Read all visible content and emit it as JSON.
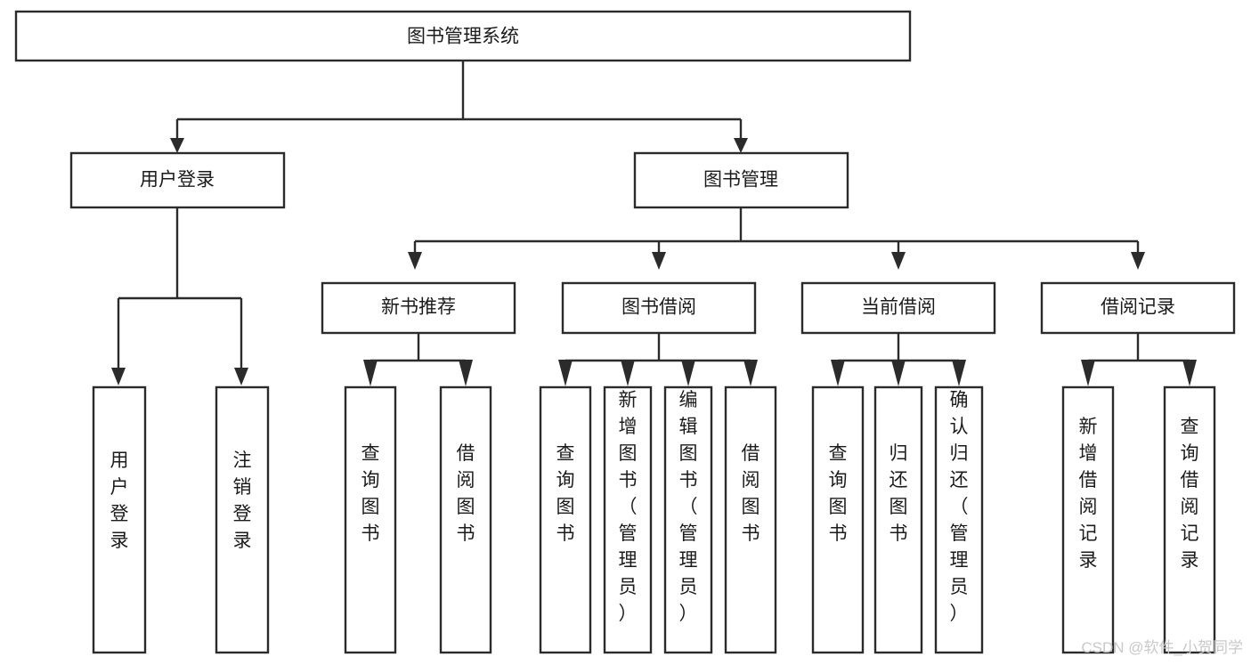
{
  "diagram": {
    "title": "图书管理系统",
    "type": "hierarchy-tree",
    "orientation": "top-down",
    "root": {
      "id": "root",
      "label": "图书管理系统",
      "text_orientation": "horizontal"
    },
    "level2": [
      {
        "id": "user-login",
        "label": "用户登录",
        "text_orientation": "horizontal"
      },
      {
        "id": "book-manage",
        "label": "图书管理",
        "text_orientation": "horizontal"
      }
    ],
    "level3": [
      {
        "id": "new-book-rec",
        "label": "新书推荐",
        "parent": "book-manage",
        "text_orientation": "horizontal"
      },
      {
        "id": "book-borrow",
        "label": "图书借阅",
        "parent": "book-manage",
        "text_orientation": "horizontal"
      },
      {
        "id": "current-borrow",
        "label": "当前借阅",
        "parent": "book-manage",
        "text_orientation": "horizontal"
      },
      {
        "id": "borrow-record",
        "label": "借阅记录",
        "parent": "book-manage",
        "text_orientation": "horizontal"
      }
    ],
    "leaves": [
      {
        "id": "leaf-user-login",
        "parent": "user-login",
        "label": "用户登录",
        "chars": [
          "用",
          "户",
          "登",
          "录"
        ],
        "text_orientation": "vertical"
      },
      {
        "id": "leaf-logout",
        "parent": "user-login",
        "label": "注销登录",
        "chars": [
          "注",
          "销",
          "登",
          "录"
        ],
        "text_orientation": "vertical"
      },
      {
        "id": "leaf-query-book-1",
        "parent": "new-book-rec",
        "label": "查询图书",
        "chars": [
          "查",
          "询",
          "图",
          "书"
        ],
        "text_orientation": "vertical"
      },
      {
        "id": "leaf-borrow-book-1",
        "parent": "new-book-rec",
        "label": "借阅图书",
        "chars": [
          "借",
          "阅",
          "图",
          "书"
        ],
        "text_orientation": "vertical"
      },
      {
        "id": "leaf-query-book-2",
        "parent": "book-borrow",
        "label": "查询图书",
        "chars": [
          "查",
          "询",
          "图",
          "书"
        ],
        "text_orientation": "vertical"
      },
      {
        "id": "leaf-add-book",
        "parent": "book-borrow",
        "label": "新增图书（管理员）",
        "chars": [
          "新",
          "增",
          "图",
          "书",
          "（",
          "管",
          "理",
          "员",
          "）"
        ],
        "text_orientation": "vertical"
      },
      {
        "id": "leaf-edit-book",
        "parent": "book-borrow",
        "label": "编辑图书（管理员）",
        "chars": [
          "编",
          "辑",
          "图",
          "书",
          "（",
          "管",
          "理",
          "员",
          "）"
        ],
        "text_orientation": "vertical"
      },
      {
        "id": "leaf-borrow-book-2",
        "parent": "book-borrow",
        "label": "借阅图书",
        "chars": [
          "借",
          "阅",
          "图",
          "书"
        ],
        "text_orientation": "vertical"
      },
      {
        "id": "leaf-query-book-3",
        "parent": "current-borrow",
        "label": "查询图书",
        "chars": [
          "查",
          "询",
          "图",
          "书"
        ],
        "text_orientation": "vertical"
      },
      {
        "id": "leaf-return-book",
        "parent": "current-borrow",
        "label": "归还图书",
        "chars": [
          "归",
          "还",
          "图",
          "书"
        ],
        "text_orientation": "vertical"
      },
      {
        "id": "leaf-confirm-return",
        "parent": "current-borrow",
        "label": "确认归还（管理员）",
        "chars": [
          "确",
          "认",
          "归",
          "还",
          "（",
          "管",
          "理",
          "员",
          "）"
        ],
        "text_orientation": "vertical"
      },
      {
        "id": "leaf-add-record",
        "parent": "borrow-record",
        "label": "新增借阅记录",
        "chars": [
          "新",
          "增",
          "借",
          "阅",
          "记",
          "录"
        ],
        "text_orientation": "vertical"
      },
      {
        "id": "leaf-query-record",
        "parent": "borrow-record",
        "label": "查询借阅记录",
        "chars": [
          "查",
          "询",
          "借",
          "阅",
          "记",
          "录"
        ],
        "text_orientation": "vertical"
      }
    ],
    "colors": {
      "background": "#ffffff",
      "box_fill": "#ffffff",
      "box_stroke": "#2b2b2b",
      "text": "#1b1b1b",
      "watermark": "#c9c9c9"
    }
  },
  "watermark": {
    "text": "CSDN @软件_小贺同学"
  }
}
